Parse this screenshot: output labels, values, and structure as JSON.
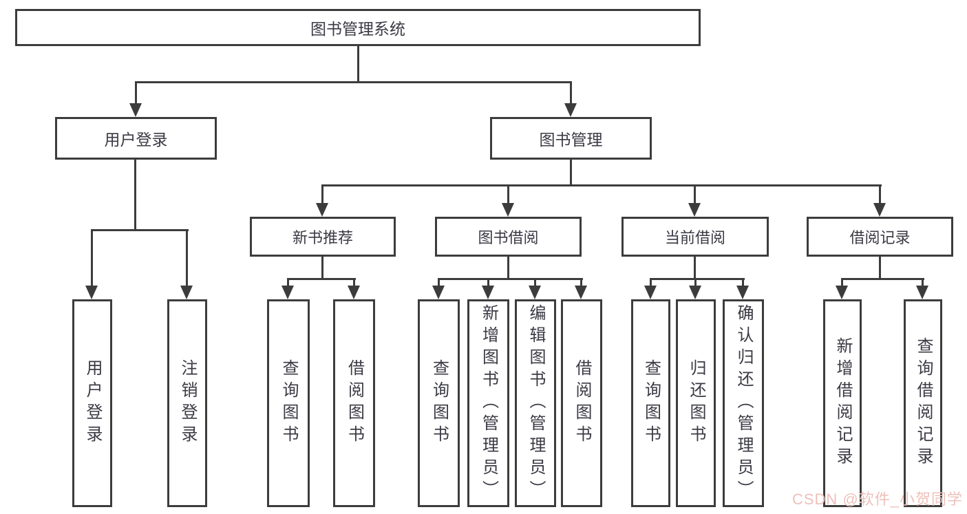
{
  "diagram": {
    "root": {
      "label": "图书管理系统"
    },
    "branches": [
      {
        "label": "用户登录",
        "children": [
          "用户登录",
          "注销登录"
        ]
      },
      {
        "label": "图书管理",
        "sections": [
          {
            "label": "新书推荐",
            "children": [
              "查询图书",
              "借阅图书"
            ]
          },
          {
            "label": "图书借阅",
            "children": [
              "查询图书",
              "新增图书（管理员）",
              "编辑图书（管理员）",
              "借阅图书"
            ]
          },
          {
            "label": "当前借阅",
            "children": [
              "查询图书",
              "归还图书",
              "确认归还（管理员）"
            ]
          },
          {
            "label": "借阅记录",
            "children": [
              "新增借阅记录",
              "查询借阅记录"
            ]
          }
        ]
      }
    ]
  },
  "watermark": {
    "text": "CSDN @软件_小贺同学",
    "color": "#eec0ba"
  },
  "colors": {
    "line": "#3c3c3c",
    "text": "#3a3a44",
    "background": "#ffffff"
  }
}
